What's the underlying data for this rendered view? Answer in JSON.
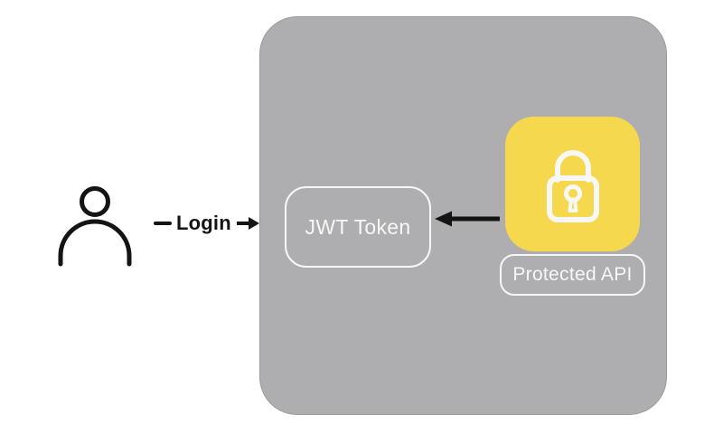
{
  "diagram": {
    "type": "auth-flow",
    "colors": {
      "background": "#ffffff",
      "panel": "#AEAEB0",
      "panel_border": "#9C9C9E",
      "yellow": "#F6D84E",
      "ink": "#141414",
      "light": "#F7F7F7"
    },
    "user": {
      "icon": "person-outline-icon"
    },
    "login": {
      "label": "Login",
      "arrow_direction": "right"
    },
    "jwt": {
      "label": "JWT Token"
    },
    "token_arrow": {
      "direction": "left",
      "from": "protected-api",
      "to": "jwt-token"
    },
    "api": {
      "label": "Protected API",
      "icon": "padlock-icon"
    }
  }
}
